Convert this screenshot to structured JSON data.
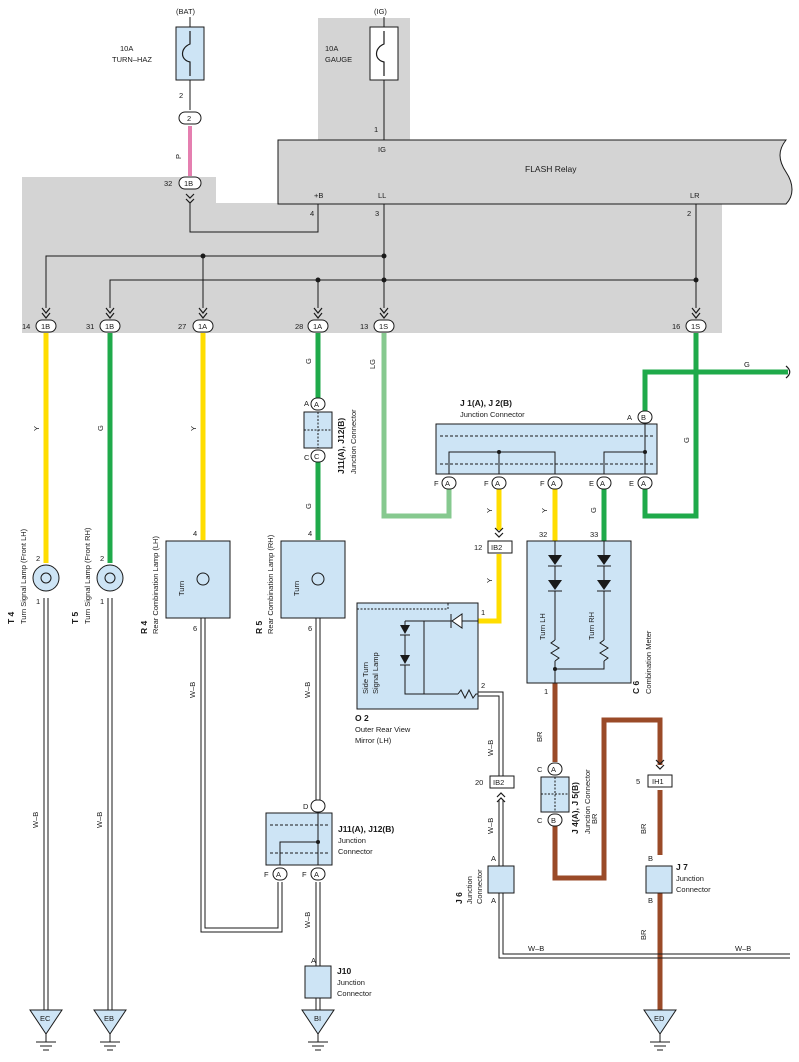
{
  "colors": {
    "panel_gray": "#d4d4d4",
    "component_fill": "#cde4f5",
    "wire_yellow": "#ffdd00",
    "wire_green": "#1faa4a",
    "wire_light_green": "#86c98f",
    "wire_pink": "#e57fb0",
    "wire_brown": "#9a4a28",
    "wire_black": "#1a1a1a"
  },
  "fuses": {
    "bat": {
      "label": "(BAT)",
      "rating": "10A",
      "name": "TURN–HAZ",
      "pin": "2",
      "connector": "2",
      "wire_color": "P"
    },
    "ig": {
      "label": "(IG)",
      "rating": "10A",
      "name": "GAUGE",
      "pin": "1"
    }
  },
  "flash_relay": {
    "name": "FLASH Relay",
    "pin_ig": "IG",
    "pin_ig_no": "1",
    "pin_b": "+B",
    "pin_b_no": "4",
    "pin_ll": "LL",
    "pin_ll_no": "3",
    "pin_lr": "LR",
    "pin_lr_no": "2",
    "in_connector": "1B",
    "in_pin": "32"
  },
  "junction_pins": [
    {
      "pin": "14",
      "conn": "1B",
      "wire": "Y"
    },
    {
      "pin": "31",
      "conn": "1B",
      "wire": "G"
    },
    {
      "pin": "27",
      "conn": "1A",
      "wire": "Y"
    },
    {
      "pin": "28",
      "conn": "1A",
      "wire": "G"
    },
    {
      "pin": "13",
      "conn": "1S",
      "wire": "LG"
    },
    {
      "pin": "16",
      "conn": "1S",
      "wire": "G"
    }
  ],
  "components": {
    "t4": {
      "code": "T 4",
      "name": "Turn Signal Lamp (Front LH)",
      "pin_in": "2",
      "pin_out": "1"
    },
    "t5": {
      "code": "T 5",
      "name": "Turn Signal Lamp (Front RH)",
      "pin_in": "2",
      "pin_out": "1"
    },
    "r4": {
      "code": "R 4",
      "name": "Rear Combination Lamp (LH)",
      "inner": "Turn",
      "pin_in": "4",
      "pin_out": "6"
    },
    "r5": {
      "code": "R 5",
      "name": "Rear Combination Lamp (RH)",
      "inner": "Turn",
      "pin_in": "4",
      "pin_out": "6"
    },
    "j11_top": {
      "code": "J11(A), J12(B)",
      "name": "Junction Connector",
      "pin_top": "A",
      "pin_bot": "C"
    },
    "j11_bottom": {
      "code": "J11(A), J12(B)",
      "name1": "Junction",
      "name2": "Connector",
      "pin_top": "D",
      "pin_bot_l": "F",
      "pin_bot_r": "F"
    },
    "j1": {
      "code": "J 1(A), J 2(B)",
      "name": "Junction Connector",
      "pin_tr": "A",
      "pin_tr_c": "B"
    },
    "o2": {
      "code": "O 2",
      "name1": "Outer Rear View",
      "name2": "Mirror (LH)",
      "inner1": "Side Turn",
      "inner2": "Signal Lamp",
      "pin_in": "1",
      "pin_out": "2"
    },
    "c6": {
      "code": "C 6",
      "name": "Combination Meter",
      "left": "Turn LH",
      "right": "Turn RH",
      "pin_l": "32",
      "pin_r": "33",
      "pin_out": "1"
    },
    "j4": {
      "code": "J 4(A), J 5(B)",
      "name": "Junction Connector",
      "pin_top": "C",
      "pin_top_c": "A",
      "pin_bot": "C",
      "pin_bot_c": "B"
    },
    "j6": {
      "code": "J 6",
      "name1": "Junction",
      "name2": "Connector",
      "pin_top": "A",
      "pin_bot": "A"
    },
    "j7": {
      "code": "J 7",
      "name1": "Junction",
      "name2": "Connector",
      "pin_top": "B",
      "pin_bot": "B"
    },
    "j10": {
      "code": "J10",
      "name1": "Junction",
      "name2": "Connector",
      "pin_top": "A"
    }
  },
  "j1_bottom_pins": [
    {
      "pin": "F",
      "conn": "A"
    },
    {
      "pin": "F",
      "conn": "A"
    },
    {
      "pin": "F",
      "conn": "A"
    },
    {
      "pin": "E",
      "conn": "A"
    },
    {
      "pin": "E",
      "conn": "A"
    }
  ],
  "inline_connectors": {
    "ib2_top": {
      "pin": "12",
      "conn": "IB2"
    },
    "ib2_bot": {
      "pin": "20",
      "conn": "IB2"
    },
    "ih1": {
      "pin": "5",
      "conn": "IH1"
    }
  },
  "wire_labels": {
    "y": "Y",
    "g": "G",
    "lg": "LG",
    "wb": "W–B",
    "br": "BR",
    "p": "P"
  },
  "grounds": [
    "EC",
    "EB",
    "BI",
    "ED"
  ]
}
